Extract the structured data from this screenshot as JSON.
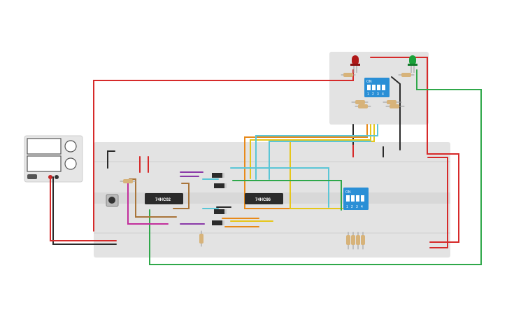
{
  "chips": {
    "left_ic": "74HC02",
    "right_ic": "74HC86"
  },
  "dip": {
    "on_label": "ON",
    "numbers": [
      "1",
      "2",
      "3",
      "4"
    ]
  },
  "colors": {
    "breadboard": "#e3e3e3",
    "hole": "#3a3a3a",
    "wire_red": "#d62a2a",
    "wire_black": "#2a2a2a",
    "wire_green": "#2fa84a",
    "wire_orange": "#e88a1a",
    "wire_yellow": "#e6c61a",
    "wire_cyan": "#5bc6d6",
    "wire_purple": "#8a3aa8",
    "wire_magenta": "#c22e9c",
    "wire_brown": "#a9753a",
    "dip_blue": "#2a8fd6",
    "led_red": "#b01818",
    "led_green": "#1aa23a"
  },
  "icons": [
    "power-supply-icon",
    "breadboard-icon",
    "ic-chip-icon",
    "dip-switch-icon",
    "led-icon",
    "resistor-icon",
    "diode-icon",
    "pushbutton-icon"
  ]
}
